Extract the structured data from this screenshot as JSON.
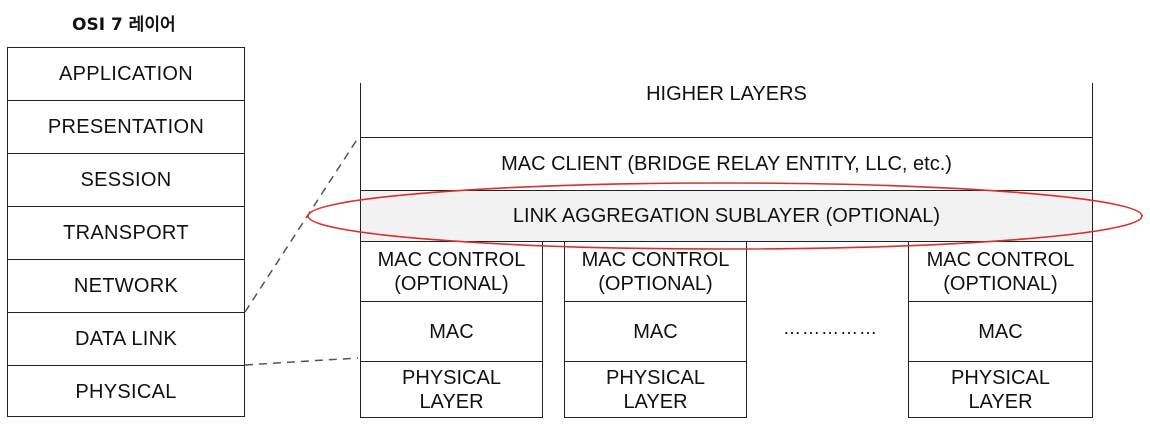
{
  "title": "OSI 7 레이어",
  "osi_layers": [
    "APPLICATION",
    "PRESENTATION",
    "SESSION",
    "TRANSPORT",
    "NETWORK",
    "DATA LINK",
    "PHYSICAL"
  ],
  "higher_layers": "HIGHER LAYERS",
  "mac_client": "MAC CLIENT (BRIDGE RELAY ENTITY, LLC, etc.)",
  "link_aggregation": "LINK AGGREGATION SUBLAYER (OPTIONAL)",
  "mac_control": "MAC CONTROL\n(OPTIONAL)",
  "mac": "MAC",
  "physical_layer": "PHYSICAL\nLAYER",
  "ellipsis": "……………",
  "highlight_color": "#d9302b"
}
